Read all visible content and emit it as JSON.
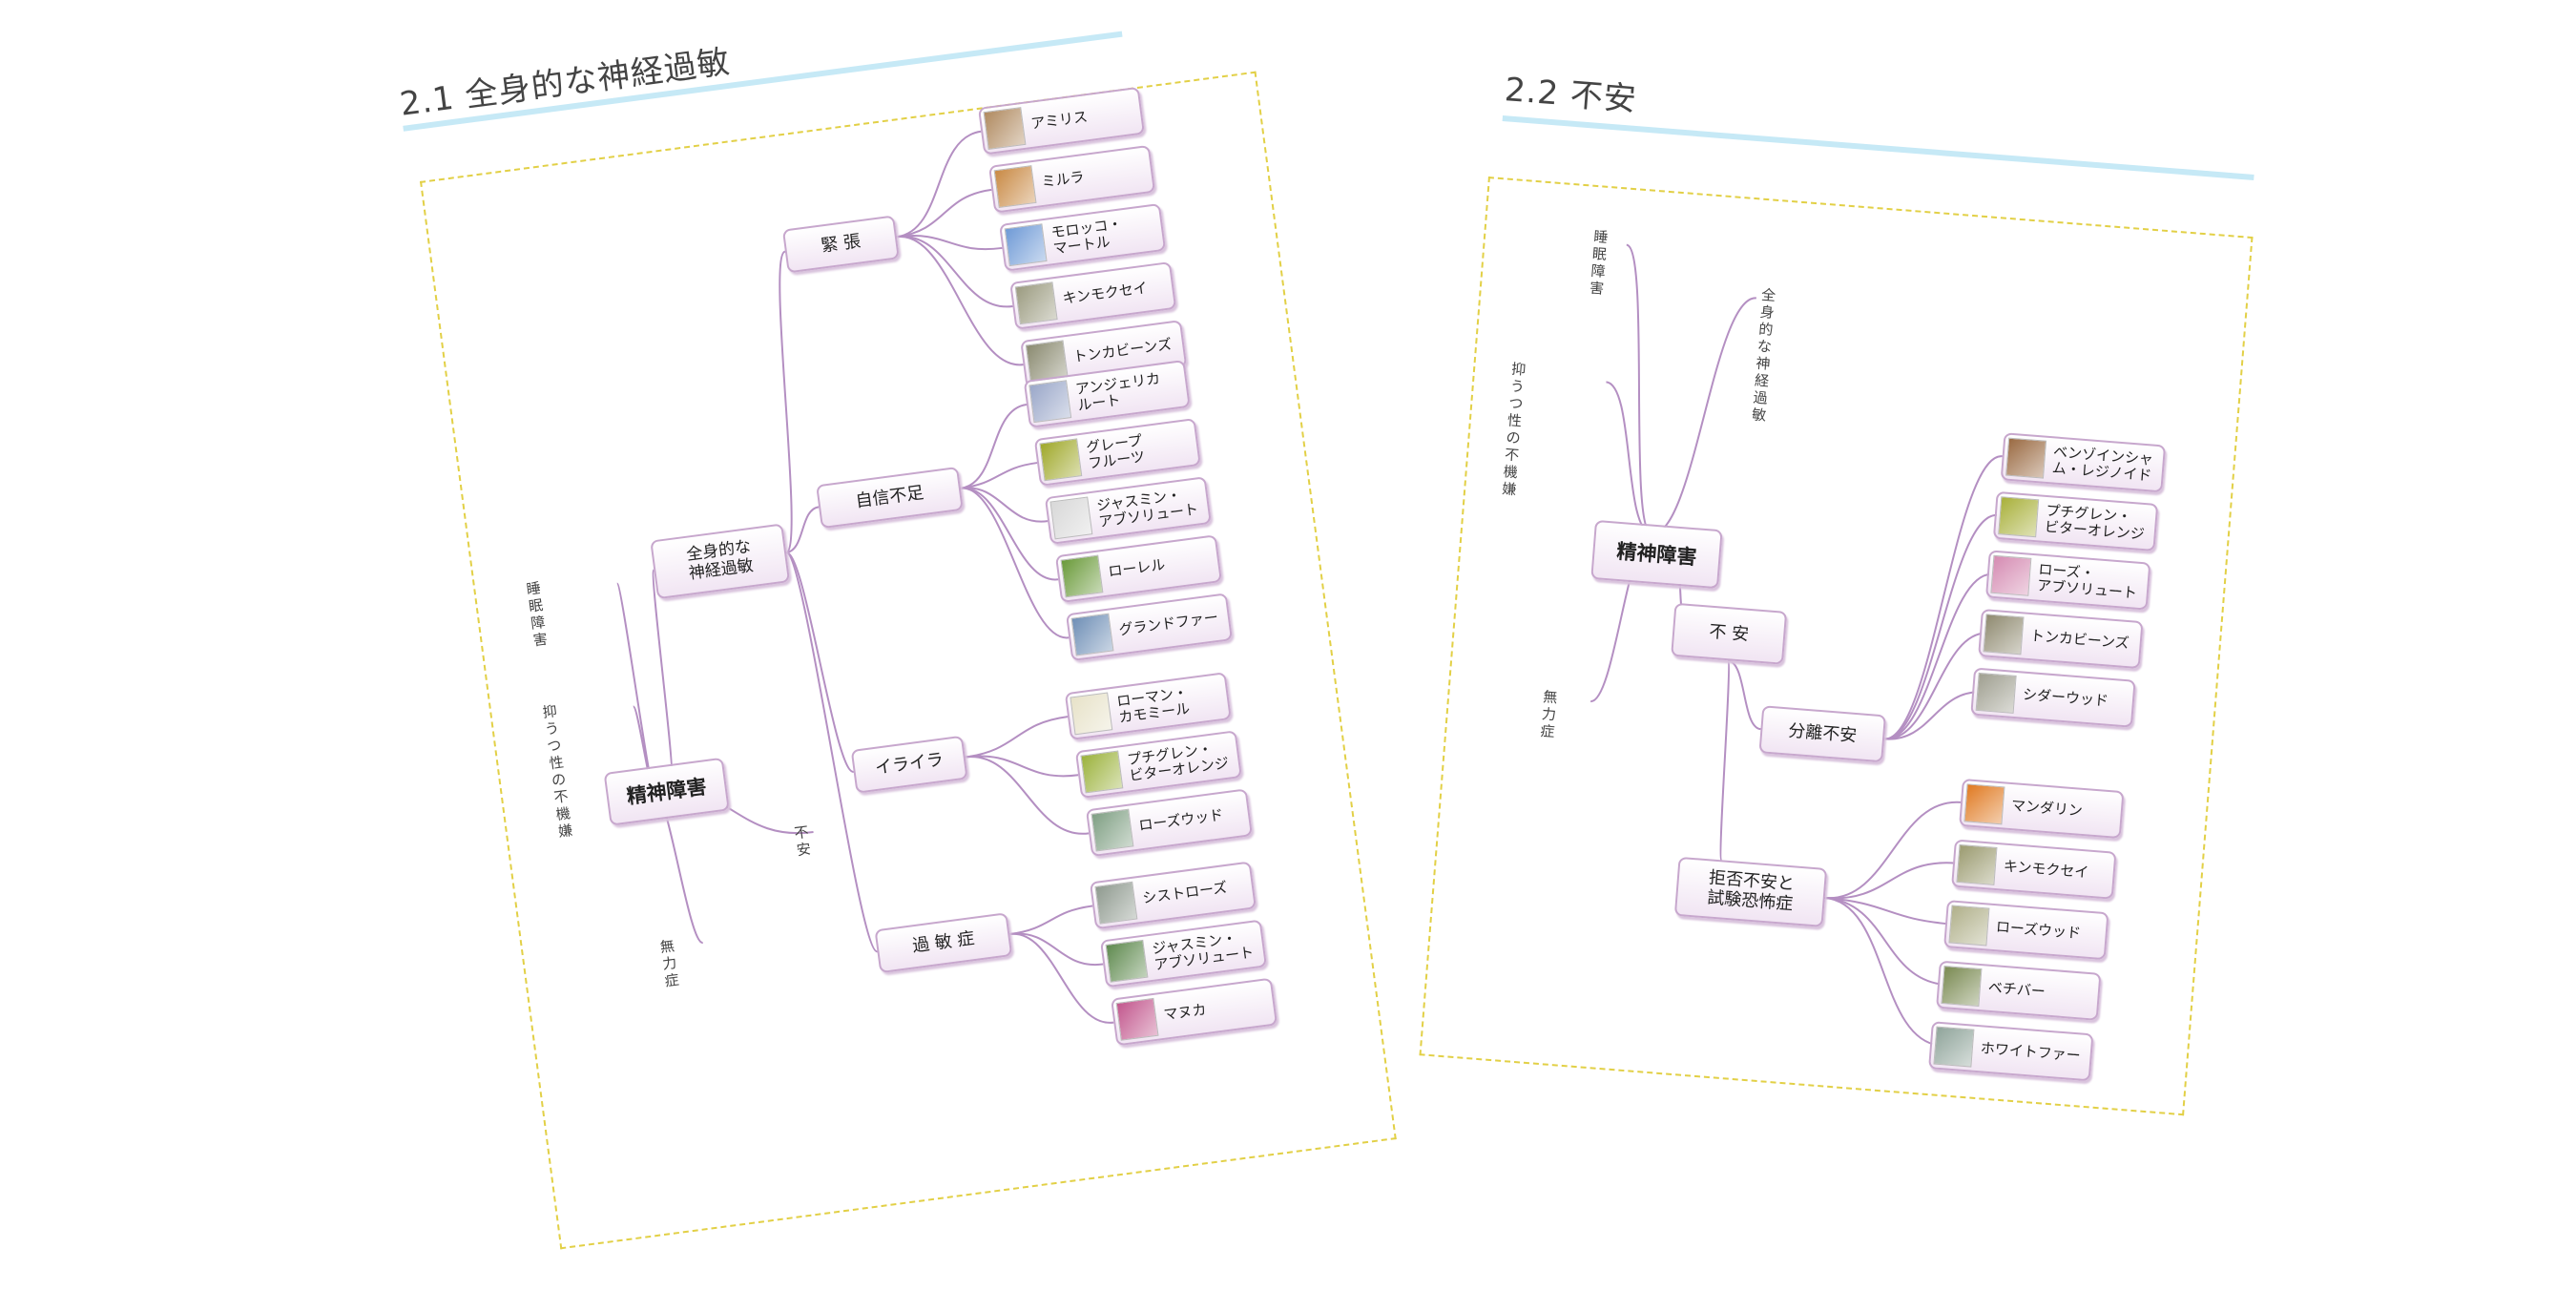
{
  "left": {
    "heading": "2.1 全身的な神経過敏",
    "root": "精神障害",
    "branches": [
      "睡眠障害",
      "抑うつ性の\n不機嫌",
      "不安",
      "無力症"
    ],
    "main": "全身的な\n神経過敏",
    "cats": [
      "緊 張",
      "自信不足",
      "イライラ",
      "過 敏 症"
    ],
    "leaves": {
      "tension": [
        "アミリス",
        "ミルラ",
        "モロッコ・\nマートル",
        "キンモクセイ",
        "トンカビーンズ"
      ],
      "confidence": [
        "アンジェリカ\nルート",
        "グレープ\nフルーツ",
        "ジャスミン・\nアブソリュート",
        "ローレル",
        "グランドファー"
      ],
      "irritation": [
        "ローマン・\nカモミール",
        "プチグレン・\nビターオレンジ",
        "ローズウッド"
      ],
      "hypersensitivity": [
        "シストローズ",
        "ジャスミン・\nアブソリュート",
        "マヌカ"
      ]
    }
  },
  "right": {
    "heading": "2.2 不安",
    "root": "精神障害",
    "branches": [
      "睡眠障害",
      "全身的な神経過敏",
      "抑うつ性の不機嫌",
      "無力症"
    ],
    "main": "不 安",
    "cats": [
      "分離不安",
      "拒否不安と\n試験恐怖症"
    ],
    "leaves": {
      "separation": [
        "ベンゾインシャ\nム・レジノイド",
        "プチグレン・\nビターオレンジ",
        "ローズ・\nアブソリュート",
        "トンカビーンズ",
        "シダーウッド"
      ],
      "rejection": [
        "マンダリン",
        "キンモクセイ",
        "ローズウッド",
        "ベチバー",
        "ホワイトファー"
      ]
    }
  },
  "colors": {
    "tension": [
      "#b08a60",
      "#c98a45",
      "#6f9ad6",
      "#9b9b80",
      "#8a8a70"
    ],
    "confidence": [
      "#9aa7c9",
      "#9fa82a",
      "#d8d8d8",
      "#6a9a3a",
      "#6f8fb6"
    ],
    "irritation": [
      "#e7e2c8",
      "#9bb23c",
      "#7f9f83"
    ],
    "hypersensitivity": [
      "#8f9a8f",
      "#5f8a4f",
      "#c2578d"
    ],
    "separation": [
      "#9a6a42",
      "#a8b03a",
      "#d58bb2",
      "#8f8a70",
      "#9f9f90"
    ],
    "rejection": [
      "#e07a22",
      "#9b9b70",
      "#b0b08a",
      "#7a8a52",
      "#8fa49a"
    ]
  }
}
